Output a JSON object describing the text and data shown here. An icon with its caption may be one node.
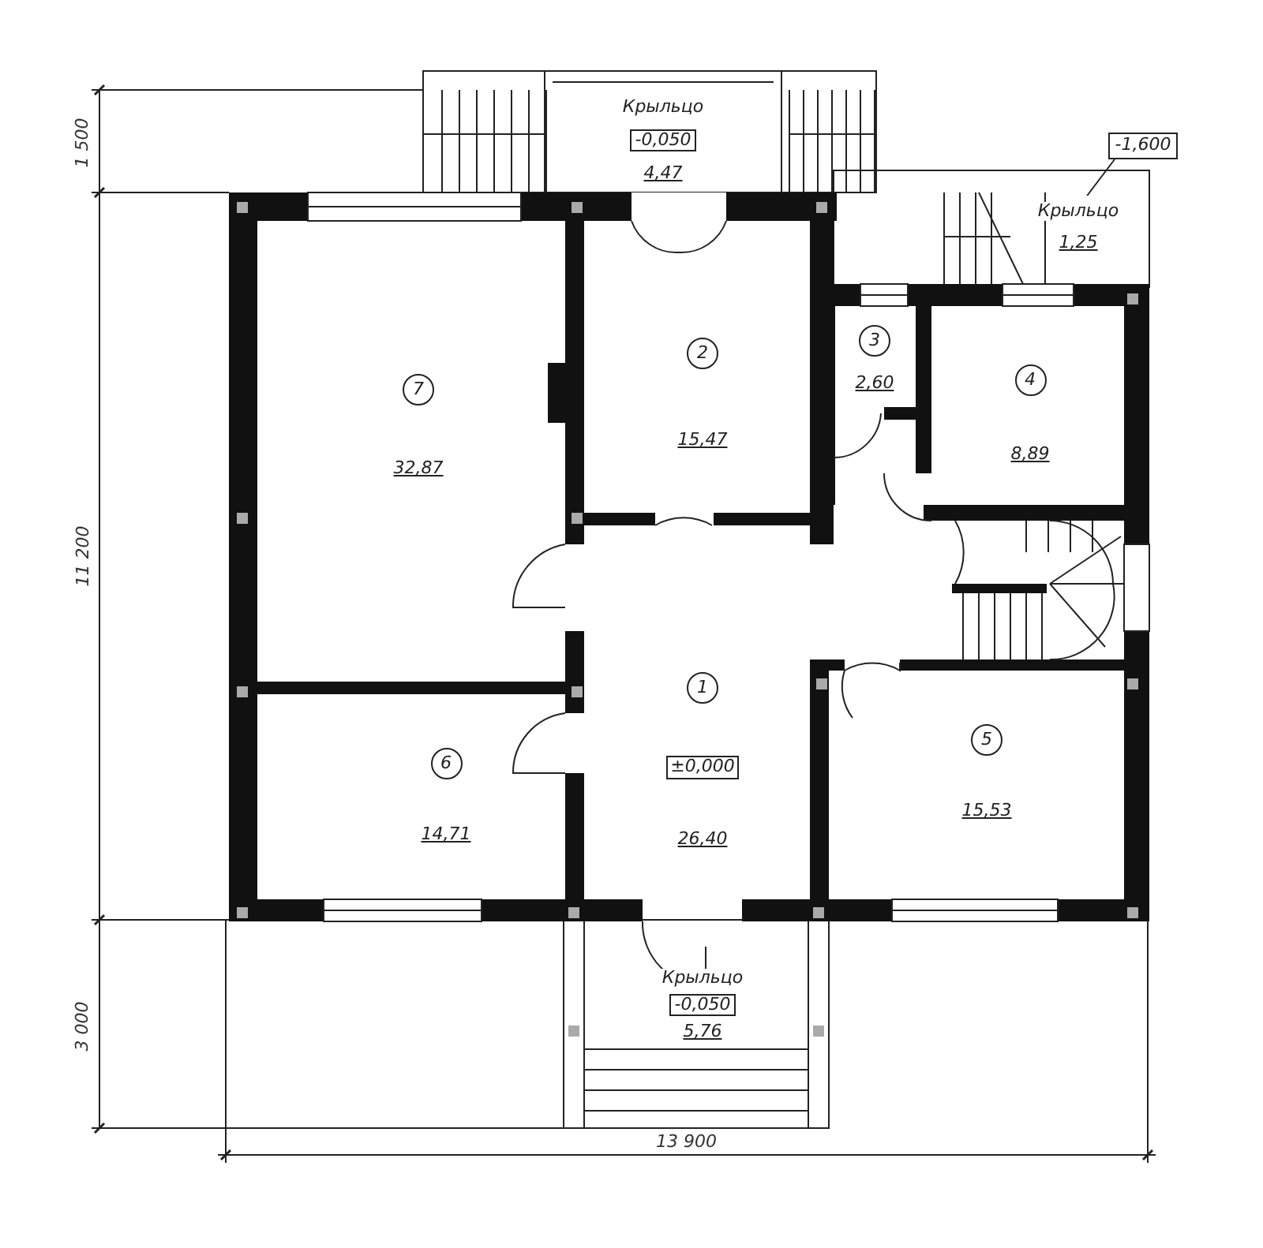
{
  "diagram": {
    "nodes": [
      {
        "text": [
          "Крыльцо",
          "-0,050",
          "4,47"
        ]
      },
      {
        "text": [
          "-1,600"
        ]
      },
      {
        "text": [
          "Крыльцо",
          "1,25"
        ]
      },
      {
        "text": [
          "7",
          "32,87"
        ]
      },
      {
        "text": [
          "2",
          "15,47"
        ]
      },
      {
        "text": [
          "3",
          "2,60"
        ]
      },
      {
        "text": [
          "4",
          "8,89"
        ]
      },
      {
        "text": [
          "1",
          "±0,000",
          "26,40"
        ]
      },
      {
        "text": [
          "6",
          "14,71"
        ]
      },
      {
        "text": [
          "5",
          "15,53"
        ]
      },
      {
        "text": [
          "Крыльцо",
          "-0,050",
          "5,76"
        ]
      }
    ],
    "edges": [
      {
        "from": 1,
        "to": 2,
        "arrow": "none"
      }
    ],
    "labels": [
      "1 500",
      "11 200",
      "3 000",
      "13 900"
    ]
  }
}
